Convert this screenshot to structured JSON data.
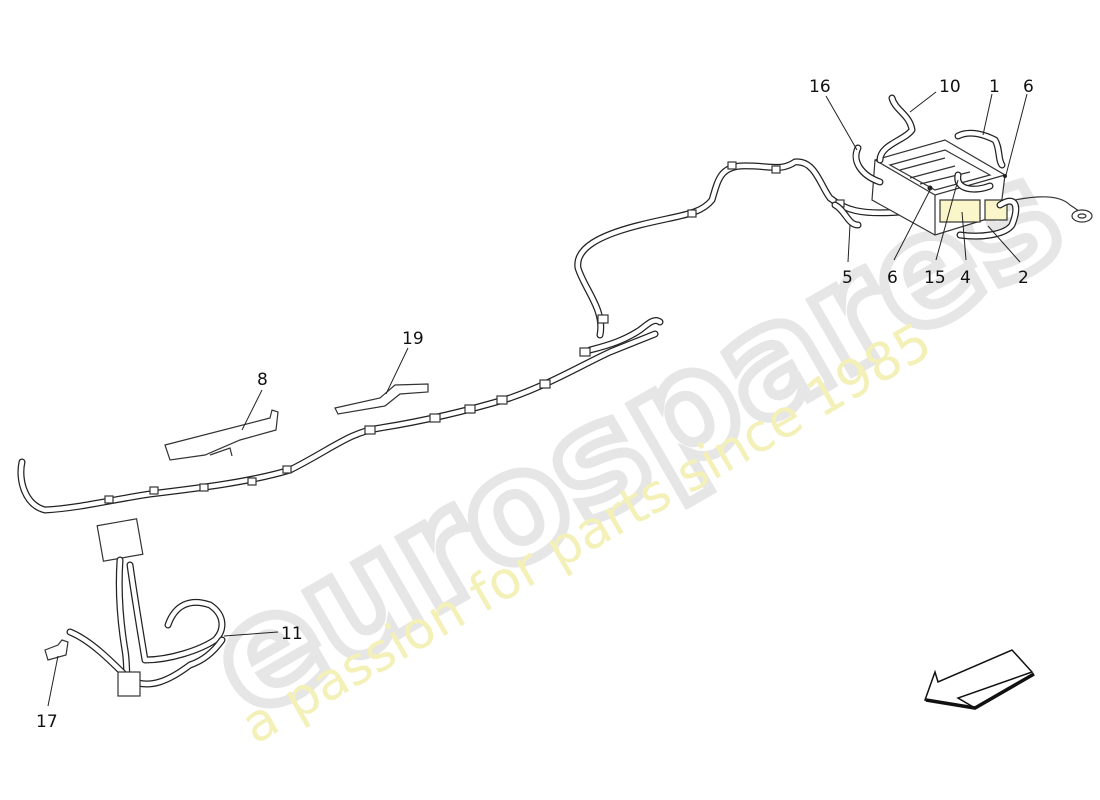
{
  "diagram": {
    "watermark": {
      "brand": "eurospares",
      "tagline": "a passion for parts since 1985"
    },
    "callouts": [
      {
        "id": "16",
        "text": "16"
      },
      {
        "id": "10",
        "text": "10"
      },
      {
        "id": "1",
        "text": "1"
      },
      {
        "id": "6a",
        "text": "6"
      },
      {
        "id": "5",
        "text": "5"
      },
      {
        "id": "6b",
        "text": "6"
      },
      {
        "id": "15",
        "text": "15"
      },
      {
        "id": "4",
        "text": "4"
      },
      {
        "id": "2",
        "text": "2"
      },
      {
        "id": "19",
        "text": "19"
      },
      {
        "id": "8",
        "text": "8"
      },
      {
        "id": "11",
        "text": "11"
      },
      {
        "id": "17",
        "text": "17"
      }
    ],
    "direction_arrow": "front-direction-arrow",
    "colors": {
      "line": "#222222",
      "watermark_grey": "#e6e6e6",
      "watermark_yellow": "#f3f0b8"
    }
  }
}
